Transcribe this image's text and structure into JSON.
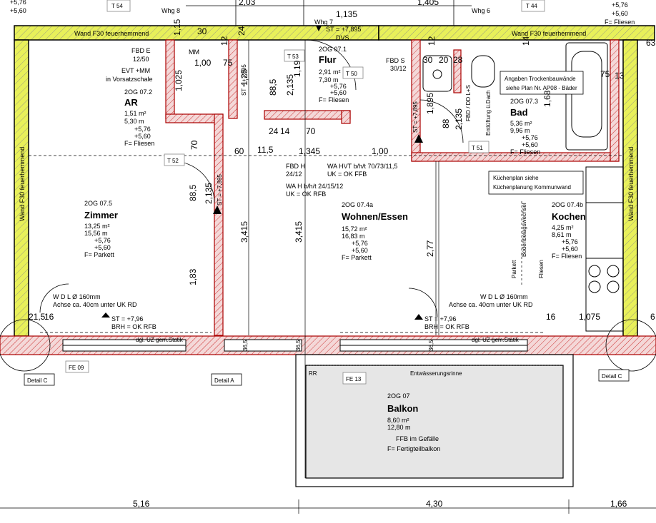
{
  "rooms": [
    {
      "code": "2OG 07.5",
      "name": "Zimmer",
      "area": "13,25 m²",
      "perim": "15,56 m",
      "lvl1": "+5,76",
      "lvl2": "+5,60",
      "floor": "F= Parkett"
    },
    {
      "code": "2OG 07.4a",
      "name": "Wohnen/Essen",
      "area": "15,72 m²",
      "perim": "16,83 m",
      "lvl1": "+5,76",
      "lvl2": "+5,60",
      "floor": "F= Parkett"
    },
    {
      "code": "2OG 07.4b",
      "name": "Kochen",
      "area": "4,25 m²",
      "perim": "8,61 m",
      "lvl1": "+5,76",
      "lvl2": "+5,60",
      "floor": "F= Fliesen"
    },
    {
      "code": "2OG 07.1",
      "name": "Flur",
      "area": "2,91 m²",
      "perim": "7,30 m",
      "lvl1": "+5,76",
      "lvl2": "+5,60",
      "floor": "F= Fliesen"
    },
    {
      "code": "2OG 07.2",
      "name": "AR",
      "area": "1,51 m²",
      "perim": "5,30 m",
      "lvl1": "+5,76",
      "lvl2": "+5,60",
      "floor": "F= Fliesen"
    },
    {
      "code": "2OG 07.3",
      "name": "Bad",
      "area": "5,36 m²",
      "perim": "9,96 m",
      "lvl1": "+5,76",
      "lvl2": "+5,60",
      "floor": "F= Fliesen"
    },
    {
      "code": "2OG 07",
      "name": "Balkon",
      "area": "8,60 m²",
      "perim": "12,80 m",
      "note1": "FFB im Gefälle",
      "note2": "F= Fertigteilbalkon"
    }
  ],
  "walls": {
    "top_left": "Wand F30 feuerhemmend",
    "top_right": "Wand F30 feuerhemmend",
    "left": "Wand F30 feuerhemmend",
    "right": "Wand F30 feuerhemmend"
  },
  "doors": {
    "t54": "T 54",
    "t44": "T 44",
    "t53": "T 53",
    "t50": "T 50",
    "t51": "T 51",
    "t52": "T 52",
    "fe09": "FE 09",
    "fe13": "FE 13"
  },
  "apartments": {
    "whg8": "Whg 8",
    "whg7": "Whg 7",
    "whg6": "Whg 6"
  },
  "labels": {
    "st_top": "ST = +7,895",
    "dvs": "DVS",
    "fbd_e": "FBD E",
    "fbd_e_size": "12/50",
    "evt": "EVT +MM",
    "vorsatz": "in Vorsatzschale",
    "fbd_s": "FBD S",
    "fbd_s_size": "30/12",
    "fbd_h": "FBD H",
    "fbd_h_size": "24/12",
    "wa_hvt": "WA HVT  b/h/t 70/73/11,5",
    "uk_ffb": "UK = OK FFB",
    "wa_h": "WA H  b/h/t 24/15/12",
    "uk_rfb": "UK = OK RFB",
    "trocken1": "Angaben Trockenbauwände",
    "trocken2": "siehe Plan Nr. AP08 - Bäder",
    "kueche1": "Küchenplan siehe",
    "kueche2": "Küchenplanung Kommunwand",
    "wdl_l": "W D L  Ø 160mm",
    "achse_l": "Achse ca. 40cm unter UK RD",
    "wdl_r": "W D L  Ø 160mm",
    "achse_r": "Achse ca. 40cm unter UK RD",
    "st1": "ST = +7,96",
    "brh1": "BRH = OK RFB",
    "st2": "ST = +7,96",
    "brh2": "BRH = OK RFB",
    "uz1": "dgl. UZ gem.Statik",
    "uz2": "dgl. UZ gem.Statik",
    "bodenbelag": "Bodenbelagswechsel",
    "parkett": "Parkett",
    "fliesen": "Fliesen",
    "fbd_dd": "FBD / DD  L+S",
    "entl": "Entlüftung ü.Dach",
    "mm": "MM",
    "rr": "RR",
    "entw": "Entwässerungsrinne",
    "detail_c": "Detail  C",
    "detail_a": "Detail  A",
    "detail_c2": "Detail  C",
    "st_ar": "ST = +7,895",
    "st_zi": "ST = +7,895",
    "st_bad": "ST = +7,895",
    "topright_a": "+5,76",
    "topright_b": "+5,60",
    "topright_c": "F= Fliesen",
    "topleft_a": "+5,76",
    "topleft_b": "+5,60"
  },
  "dims": {
    "bottom": [
      "5,16",
      "4,30",
      "1,66"
    ],
    "top": [
      "2,03",
      "1,135",
      "1,405"
    ],
    "misc": {
      "d115": "1,15",
      "d30": "30",
      "d100": "1,00",
      "d75a": "75",
      "d1025": "1,025",
      "d125": "1,25",
      "d119": "1,19",
      "d885a": "88,5",
      "d2135a": "2,135",
      "d24a": "24",
      "d14a": "14",
      "d70a": "70",
      "d70b": "70",
      "d60": "60",
      "d115b": "11,5",
      "d1345": "1,345",
      "d100b": "1,00",
      "d885b": "88,5",
      "d2135b": "2,135",
      "d3415a": "3,415",
      "d3415b": "3,415",
      "d183": "1,83",
      "d277": "2,77",
      "d365a": "36,5",
      "d365b": "36,5",
      "d365c": "36,5",
      "d2155": "21,5",
      "d16a": "16",
      "d16b": "16",
      "d1075": "1,075",
      "d6": "6",
      "d63": "63",
      "d30b": "30",
      "d20": "20",
      "d28": "28",
      "d1895": "1,895",
      "d88c": "88",
      "d2135c": "2,135",
      "d168": "1,68",
      "d14b": "14",
      "d75b": "75",
      "d13": "13",
      "d12a": "12",
      "d12b": "12",
      "d24b": "24"
    }
  }
}
